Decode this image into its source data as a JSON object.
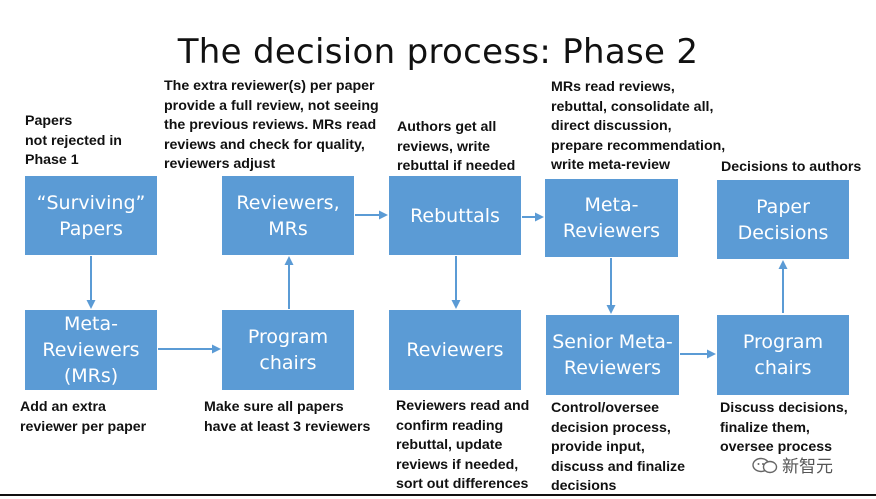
{
  "title": "The decision process: Phase 2",
  "boxes": {
    "surviving_papers": "“Surviving”\nPapers",
    "meta_reviewers_mrs": "Meta-\nReviewers\n(MRs)",
    "reviewers_mrs": "Reviewers,\nMRs",
    "program_chairs_1": "Program\nchairs",
    "rebuttals": "Rebuttals",
    "reviewers": "Reviewers",
    "meta_reviewers": "Meta-\nReviewers",
    "senior_meta_reviewers": "Senior Meta-\nReviewers",
    "paper_decisions": "Paper\nDecisions",
    "program_chairs_2": "Program\nchairs"
  },
  "notes": {
    "papers_not_rejected": "Papers\nnot rejected in\nPhase 1",
    "add_extra_reviewer": "Add an extra\nreviewer per paper",
    "extra_reviewers": "The extra reviewer(s) per paper\nprovide a full review, not seeing\nthe previous reviews. MRs read\nreviews and check for quality,\nreviewers adjust",
    "make_sure": "Make sure all papers\nhave at least 3 reviewers",
    "authors_get": "Authors get all\nreviews, write\nrebuttal if needed",
    "reviewers_read": "Reviewers read and\nconfirm reading\nrebuttal, update\nreviews if needed,\nsort out differences",
    "mrs_read": "MRs read reviews,\nrebuttal, consolidate all,\ndirect discussion,\nprepare recommendation,\nwrite meta-review",
    "control_oversee": "Control/oversee\ndecision process,\nprovide input,\ndiscuss and finalize\ndecisions",
    "decisions_to_authors": "Decisions to authors",
    "discuss_decisions": "Discuss decisions,\nfinalize them,\noversee process"
  },
  "watermark": "新智元",
  "colors": {
    "box": "#5b9bd5",
    "arrow": "#5b9bd5"
  },
  "icons": [
    "arrow-icon",
    "watermark-logo-icon"
  ]
}
